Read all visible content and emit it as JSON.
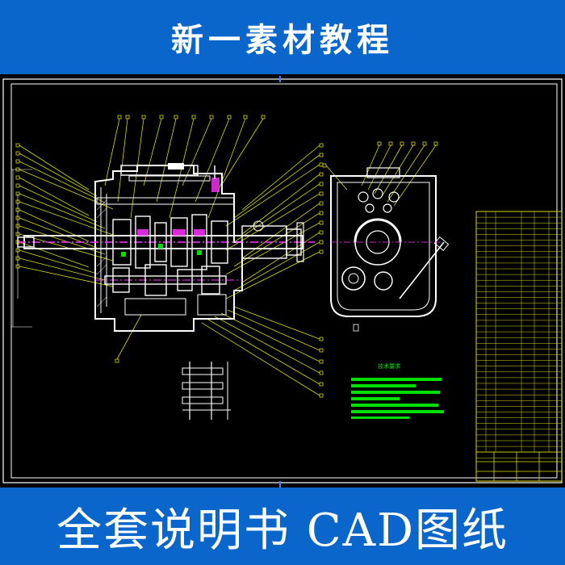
{
  "header": {
    "title": "新一素材教程"
  },
  "drawing": {
    "tech_requirements_title": "技术要求"
  },
  "footer": {
    "title": "全套说明书 CAD图纸"
  },
  "colors": {
    "banner": "#0b66cc",
    "canvas": "#000000",
    "cad_white": "#ffffff",
    "cad_yellow": "#d9d900",
    "cad_green": "#00e000",
    "cad_magenta": "#ff33ff",
    "cad_cyan": "#00e5ff"
  }
}
